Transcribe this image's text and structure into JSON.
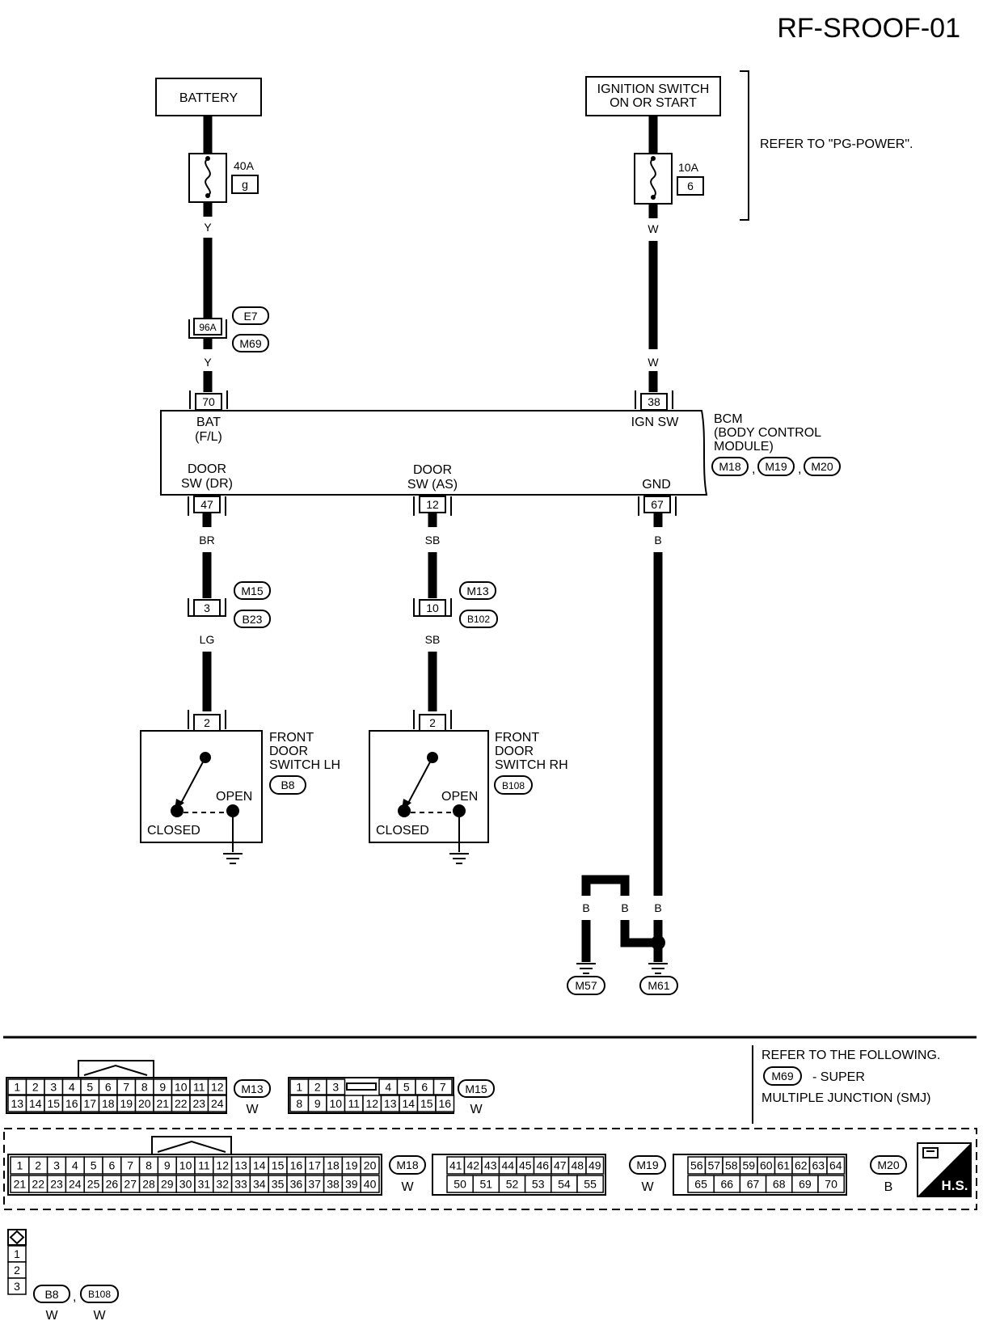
{
  "title": "RF-SROOF-01",
  "battery_label": "BATTERY",
  "ignition_label_1": "IGNITION SWITCH",
  "ignition_label_2": "ON OR START",
  "refer_pg_power": "REFER TO \"PG-POWER\".",
  "fuse_left": {
    "rating": "40A",
    "id": "g"
  },
  "fuse_right": {
    "rating": "10A",
    "id": "6"
  },
  "wire_colors": {
    "y": "Y",
    "w": "W",
    "br": "BR",
    "sb": "SB",
    "lg": "LG",
    "b": "B"
  },
  "junction": {
    "pin": "96A",
    "conn1": "E7",
    "conn2": "M69"
  },
  "bcm": {
    "name": "BCM",
    "desc1": "(BODY CONTROL",
    "desc2": "MODULE)",
    "connectors": [
      "M18",
      "M19",
      "M20"
    ],
    "pins": [
      {
        "num": "70",
        "label1": "BAT",
        "label2": "(F/L)"
      },
      {
        "num": "38",
        "label1": "IGN SW",
        "label2": ""
      },
      {
        "num": "47",
        "label1": "DOOR",
        "label2": "SW (DR)"
      },
      {
        "num": "12",
        "label1": "DOOR",
        "label2": "SW (AS)"
      },
      {
        "num": "67",
        "label1": "GND",
        "label2": ""
      }
    ]
  },
  "inline_left": {
    "pin": "3",
    "conn1": "M15",
    "conn2": "B23"
  },
  "inline_right": {
    "pin": "10",
    "conn1": "M13",
    "conn2": "B102"
  },
  "switch_lh": {
    "pin": "2",
    "name1": "FRONT",
    "name2": "DOOR",
    "name3": "SWITCH LH",
    "conn": "B8",
    "open": "OPEN",
    "closed": "CLOSED"
  },
  "switch_rh": {
    "pin": "2",
    "name1": "FRONT",
    "name2": "DOOR",
    "name3": "SWITCH RH",
    "conn": "B108",
    "open": "OPEN",
    "closed": "CLOSED"
  },
  "grounds": [
    "M57",
    "M61"
  ],
  "refer_following": "REFER TO THE FOLLOWING.",
  "smj_conn": "M69",
  "smj_text1": "- SUPER",
  "smj_text2": "MULTIPLE JUNCTION (SMJ)",
  "conn_m13": {
    "name": "M13",
    "color": "W",
    "row1": [
      "1",
      "2",
      "3",
      "4",
      "5",
      "6",
      "7",
      "8",
      "9",
      "10",
      "11",
      "12"
    ],
    "row2": [
      "13",
      "14",
      "15",
      "16",
      "17",
      "18",
      "19",
      "20",
      "21",
      "22",
      "23",
      "24"
    ]
  },
  "conn_m15": {
    "name": "M15",
    "color": "W",
    "row1a": [
      "1",
      "2",
      "3"
    ],
    "row1b": [
      "4",
      "5",
      "6",
      "7"
    ],
    "row2": [
      "8",
      "9",
      "10",
      "11",
      "12",
      "13",
      "14",
      "15",
      "16"
    ]
  },
  "conn_m18": {
    "name": "M18",
    "color": "W",
    "row1": [
      "1",
      "2",
      "3",
      "4",
      "5",
      "6",
      "7",
      "8",
      "9",
      "10",
      "11",
      "12",
      "13",
      "14",
      "15",
      "16",
      "17",
      "18",
      "19",
      "20"
    ],
    "row2": [
      "21",
      "22",
      "23",
      "24",
      "25",
      "26",
      "27",
      "28",
      "29",
      "30",
      "31",
      "32",
      "33",
      "34",
      "35",
      "36",
      "37",
      "38",
      "39",
      "40"
    ]
  },
  "conn_m19": {
    "name": "M19",
    "color": "W",
    "row1": [
      "41",
      "42",
      "43",
      "44",
      "45",
      "46",
      "47",
      "48",
      "49"
    ],
    "row2": [
      "50",
      "51",
      "52",
      "53",
      "54",
      "55"
    ]
  },
  "conn_m20": {
    "name": "M20",
    "color": "B",
    "row1": [
      "56",
      "57",
      "58",
      "59",
      "60",
      "61",
      "62",
      "63",
      "64"
    ],
    "row2": [
      "65",
      "66",
      "67",
      "68",
      "69",
      "70"
    ]
  },
  "hs_label": "H.S.",
  "conn_b8": {
    "pins": [
      "1",
      "2",
      "3"
    ],
    "names": [
      "B8",
      "B108"
    ],
    "colors": [
      "W",
      "W"
    ]
  }
}
